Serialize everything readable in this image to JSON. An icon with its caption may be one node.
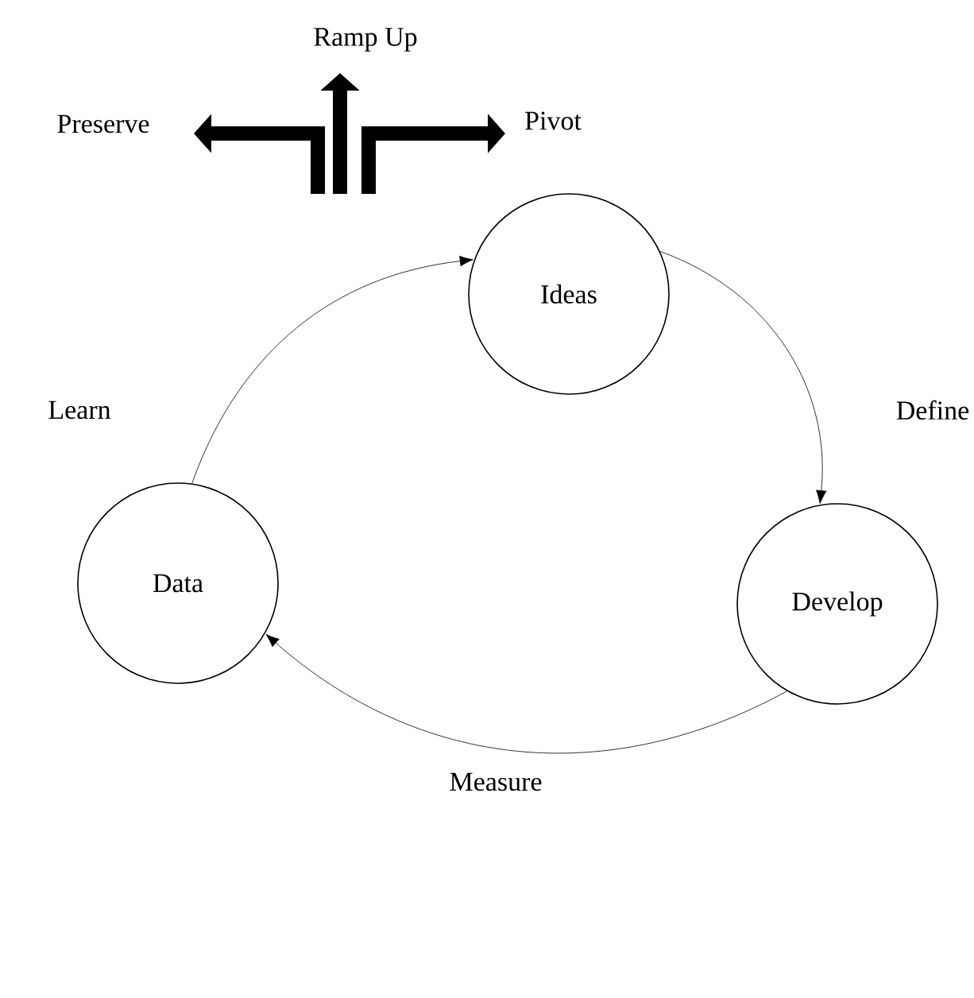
{
  "diagram": {
    "nodes": [
      {
        "text": [
          "Ideas"
        ]
      },
      {
        "text": [
          "Develop"
        ]
      },
      {
        "text": [
          "Data"
        ]
      },
      {
        "text": [
          "Preserve"
        ]
      },
      {
        "text": [
          "Ramp Up"
        ]
      },
      {
        "text": [
          "Pivot"
        ]
      }
    ],
    "edges": [
      {
        "from": 0,
        "to": 1,
        "arrow": "to",
        "label": "Define"
      },
      {
        "from": 1,
        "to": 2,
        "arrow": "to",
        "label": "Measure"
      },
      {
        "from": 2,
        "to": 0,
        "arrow": "to",
        "label": "Learn"
      },
      {
        "from": null,
        "to": 3,
        "arrow": "to",
        "style": "thick"
      },
      {
        "from": null,
        "to": 4,
        "arrow": "to",
        "style": "thick"
      },
      {
        "from": null,
        "to": 5,
        "arrow": "to",
        "style": "thick"
      }
    ]
  }
}
